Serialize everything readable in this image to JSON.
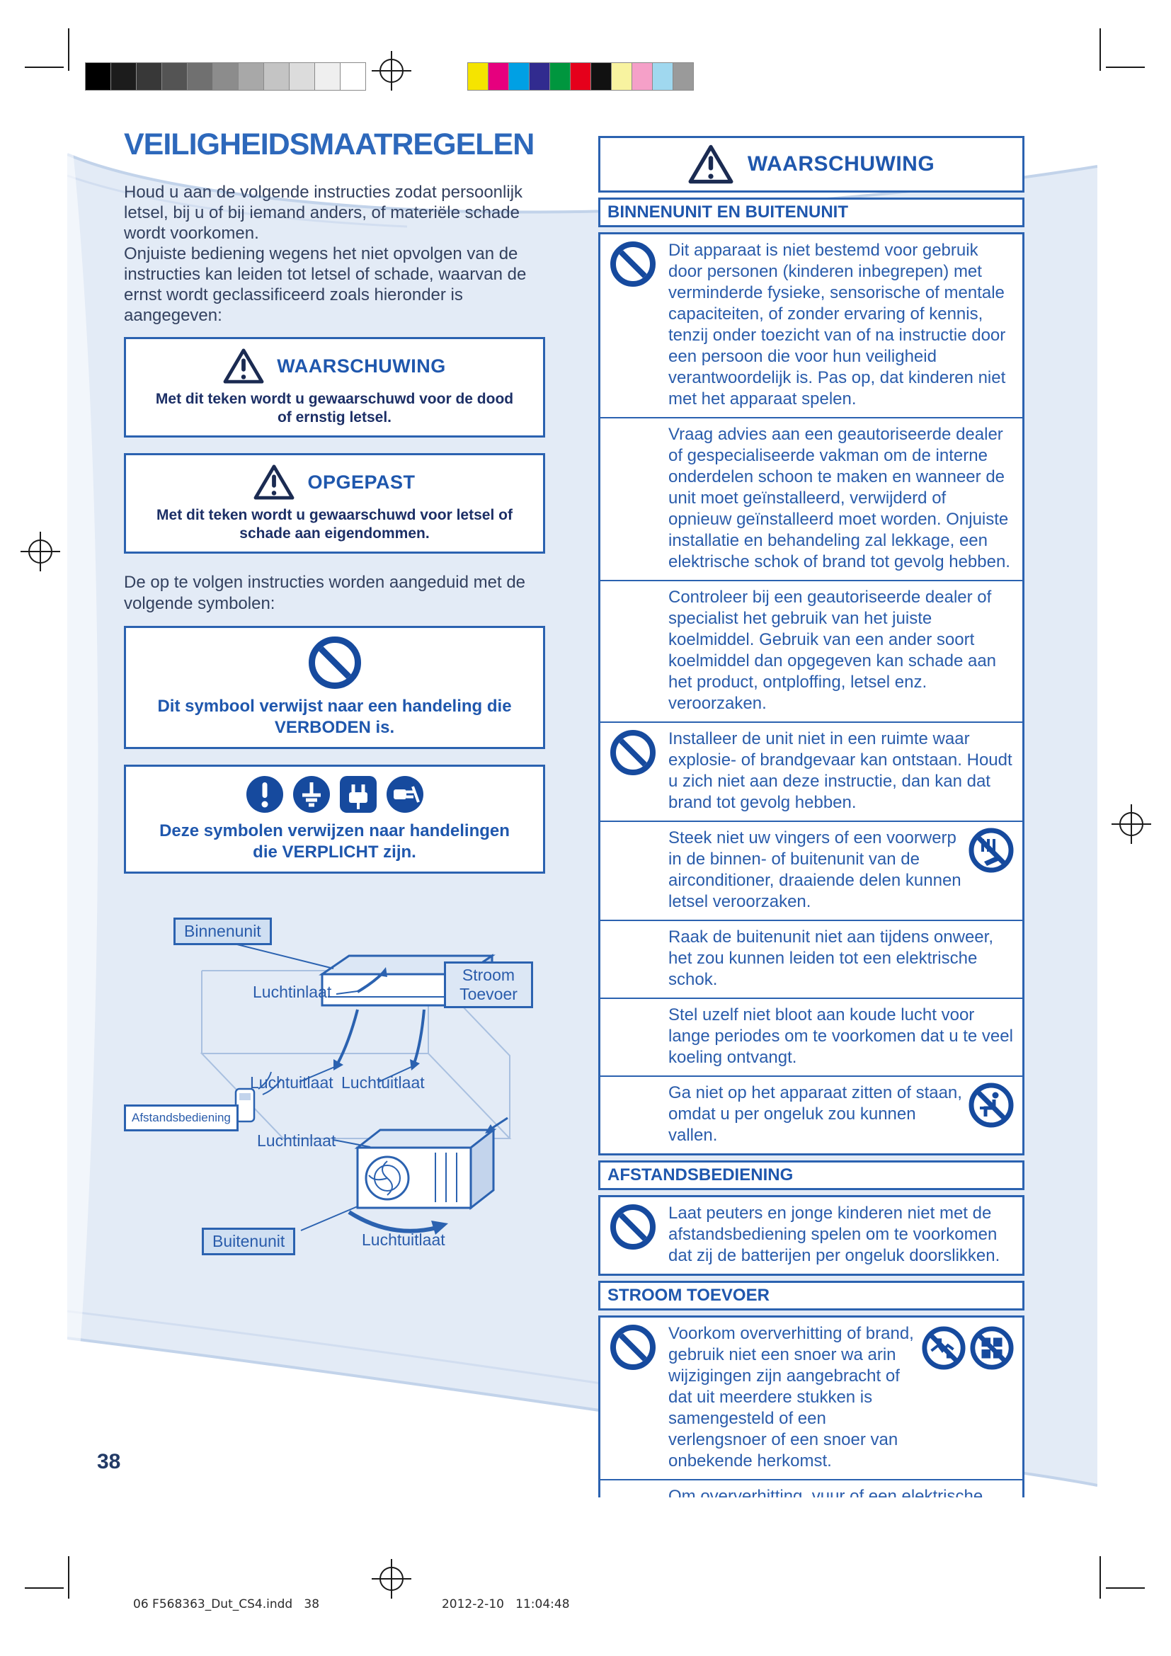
{
  "print_marks": {
    "grayscale_bar": [
      "#000000",
      "#1c1c1c",
      "#383838",
      "#545454",
      "#707070",
      "#8c8c8c",
      "#a8a8a8",
      "#c4c4c4",
      "#dcdcdc",
      "#efefef",
      "#ffffff"
    ],
    "color_bar": [
      "#f5e400",
      "#e6007e",
      "#00a0e4",
      "#312b8f",
      "#00963e",
      "#e5001b",
      "#111111",
      "#f8f3a0",
      "#f5a0c8",
      "#a0d8ef",
      "#9a9a9a"
    ]
  },
  "page": {
    "title": "VEILIGHEIDSMAATREGELEN",
    "page_number": "38",
    "footer": "06 F568363_Dut_CS4.indd   38                                2012-2-10   11:04:48"
  },
  "left": {
    "intro1": "Houd u aan de volgende instructies zodat persoonlijk letsel, bij u of bij iemand anders, of materiële schade wordt voorkomen.",
    "intro2": "Onjuiste bediening wegens het niet opvolgen van de instructies kan leiden tot letsel of schade, waarvan de ernst wordt geclassificeerd zoals hieronder is aangegeven:",
    "warning": {
      "label": "WAARSCHUWING",
      "text": "Met dit teken wordt u gewaarschuwd voor de dood of ernstig letsel."
    },
    "caution": {
      "label": "OPGEPAST",
      "text": "Met dit teken wordt u gewaarschuwd voor letsel of schade aan eigendommen."
    },
    "symbols_intro": "De op te volgen instructies worden aangeduid met de volgende symbolen:",
    "forbidden_text": "Dit symbool verwijst naar een handeling die VERBODEN is.",
    "mandatory_text": "Deze symbolen verwijzen naar handelingen die VERPLICHT zijn."
  },
  "diagram": {
    "binnenunit": "Binnenunit",
    "luchtinlaat_top": "Luchtinlaat",
    "stroom_toevoer": "Stroom Toevoer",
    "luchtuitlaat_left": "Luchtuitlaat",
    "luchtuitlaat_right": "Luchtuitlaat",
    "afstandsbediening": "Afstandsbediening",
    "luchtinlaat_bottom": "Luchtinlaat",
    "luchtuitlaat_bottom": "Luchtuitlaat",
    "buitenunit": "Buitenunit"
  },
  "right": {
    "header": "WAARSCHUWING",
    "section1": "BINNENUNIT EN BUITENUNIT",
    "rows1": [
      "Dit apparaat is niet bestemd voor gebruik door personen (kinderen inbegrepen) met verminderde fysieke, sensorische of mentale capaciteiten, of zonder ervaring of kennis, tenzij onder toezicht van of na instructie door een persoon die voor hun veiligheid verantwoordelijk is. Pas op, dat kinderen niet met het apparaat spelen.",
      "Vraag advies aan een geautoriseerde dealer of gespecialiseerde vakman om de interne onderdelen schoon te maken en  wanneer de unit moet geïnstalleerd, verwijderd of opnieuw geïnstalleerd moet worden. Onjuiste installatie en behandeling zal lekkage, een elektrische schok of brand tot gevolg hebben.",
      "Controleer bij een geautoriseerde dealer of specialist het gebruik van het juiste koelmiddel. Gebruik van een ander soort koelmiddel dan opgegeven kan schade aan het product, ontploffing, letsel enz. veroorzaken.",
      "Installeer de unit niet in een ruimte waar explosie- of brandgevaar kan ontstaan. Houdt u zich niet aan deze instructie, dan kan dat brand tot gevolg hebben.",
      "Steek niet uw vingers of een voorwerp in de binnen- of buitenunit van de airconditioner, draaiende delen kunnen letsel veroorzaken.",
      "Raak de buitenunit niet aan tijdens onweer, het zou kunnen leiden tot een elektrische schok.",
      "Stel uzelf niet bloot aan koude lucht voor lange periodes om te voorkomen dat u te veel koeling ontvangt.",
      "Ga niet op het apparaat zitten of staan, omdat u per ongeluk zou kunnen vallen."
    ],
    "section2": "AFSTANDSBEDIENING",
    "rows2": [
      "Laat peuters en jonge kinderen niet met de afstandsbediening spelen om te voorkomen dat zij de batterijen per ongeluk doorslikken."
    ],
    "section3": "STROOM TOEVOER",
    "rows3": [
      "Voorkom oververhitting of brand, gebruik niet een snoer wa arin wijzigingen zijn aangebracht of dat uit meerdere stukken is samengesteld of een verlengsnoer of een snoer van onbekende herkomst.",
      "Om oververhitting, vuur of een elektrische schok te voorkomen:\n•  Sluit geen andere apparaten aan op hetzelfde stopcontact.\n• Bedien het apparaat niet met natte handen.\n• Buig de stroomkabel niet te veel.\n•  Stel het apparaat niet in of uit werking door de stekker in het stoppen contact te doen of eruit te trekken."
    ]
  }
}
